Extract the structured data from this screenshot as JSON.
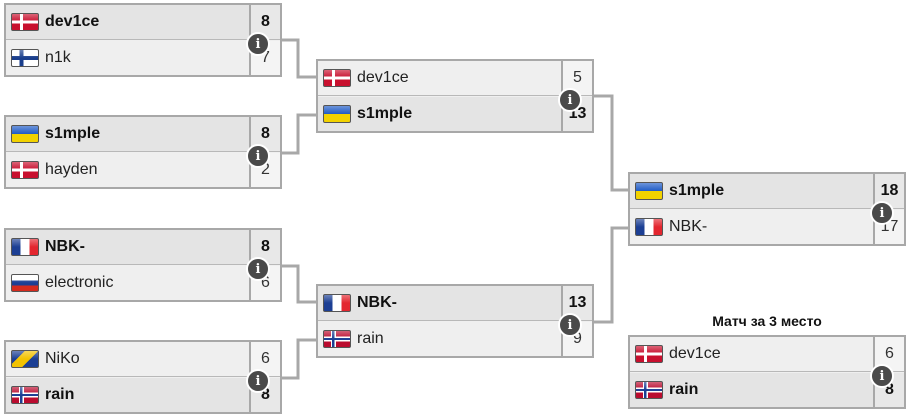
{
  "bracket": {
    "third_place_title": "Матч за 3 место",
    "info_icon_glyph": "i",
    "matches": [
      {
        "id": "r1m1",
        "players": [
          {
            "flag": "dk",
            "name": "dev1ce",
            "score": "8",
            "winner": true
          },
          {
            "flag": "fi",
            "name": "n1k",
            "score": "7",
            "winner": false
          }
        ]
      },
      {
        "id": "r1m2",
        "players": [
          {
            "flag": "ua",
            "name": "s1mple",
            "score": "8",
            "winner": true
          },
          {
            "flag": "dk",
            "name": "hayden",
            "score": "2",
            "winner": false
          }
        ]
      },
      {
        "id": "r1m3",
        "players": [
          {
            "flag": "fr",
            "name": "NBK-",
            "score": "8",
            "winner": true
          },
          {
            "flag": "ru",
            "name": "electronic",
            "score": "6",
            "winner": false
          }
        ]
      },
      {
        "id": "r1m4",
        "players": [
          {
            "flag": "ba",
            "name": "NiKo",
            "score": "6",
            "winner": false
          },
          {
            "flag": "no",
            "name": "rain",
            "score": "8",
            "winner": true
          }
        ]
      },
      {
        "id": "r2m1",
        "players": [
          {
            "flag": "dk",
            "name": "dev1ce",
            "score": "5",
            "winner": false
          },
          {
            "flag": "ua",
            "name": "s1mple",
            "score": "13",
            "winner": true
          }
        ]
      },
      {
        "id": "r2m2",
        "players": [
          {
            "flag": "fr",
            "name": "NBK-",
            "score": "13",
            "winner": true
          },
          {
            "flag": "no",
            "name": "rain",
            "score": "9",
            "winner": false
          }
        ]
      },
      {
        "id": "final",
        "players": [
          {
            "flag": "ua",
            "name": "s1mple",
            "score": "18",
            "winner": true
          },
          {
            "flag": "fr",
            "name": "NBK-",
            "score": "17",
            "winner": false
          }
        ]
      },
      {
        "id": "third",
        "players": [
          {
            "flag": "dk",
            "name": "dev1ce",
            "score": "6",
            "winner": false
          },
          {
            "flag": "no",
            "name": "rain",
            "score": "8",
            "winner": true
          }
        ]
      }
    ]
  }
}
